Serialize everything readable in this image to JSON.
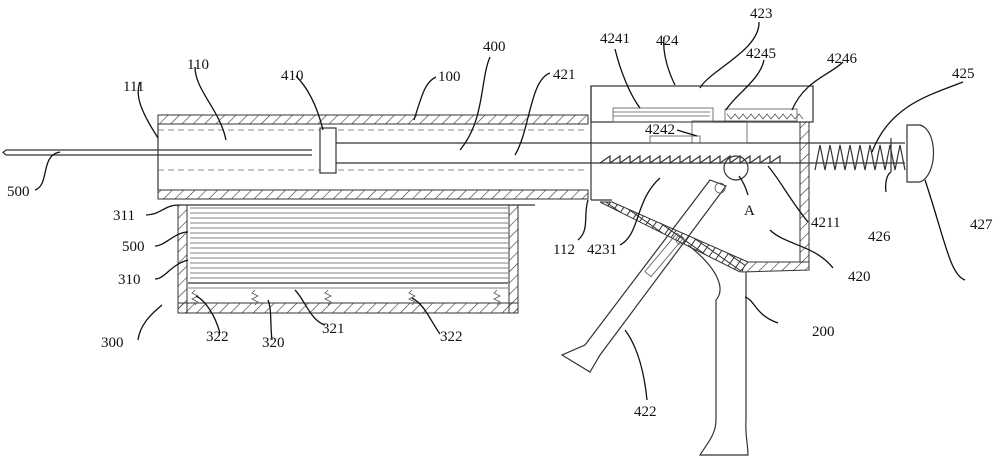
{
  "figure": {
    "title": "Patent drawing: injection/insertion gun assembly",
    "labels": {
      "l100": "100",
      "l110": "110",
      "l111": "111",
      "l112": "112",
      "l200": "200",
      "l300": "300",
      "l310": "310",
      "l311": "311",
      "l320": "320",
      "l321": "321",
      "l322a": "322",
      "l322b": "322",
      "l400": "400",
      "l410": "410",
      "l420": "420",
      "l421": "421",
      "l4211": "4211",
      "l422": "422",
      "l423": "423",
      "l4231": "4231",
      "l424": "424",
      "l4241": "4241",
      "l4242": "4242",
      "l4245": "4245",
      "l4246": "4246",
      "l425": "425",
      "l426": "426",
      "l427": "427",
      "l500a": "500",
      "l500b": "500",
      "lA": "A"
    }
  }
}
